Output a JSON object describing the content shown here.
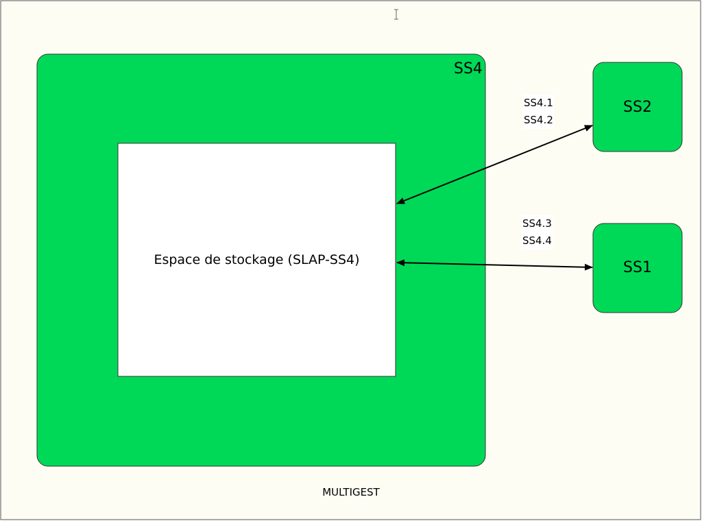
{
  "colors": {
    "background": "#fdfdf4",
    "green": "#00d957",
    "border": "#333333"
  },
  "diagram": {
    "outer_box": {
      "label": "SS4"
    },
    "storage_box": {
      "label": "Espace de stockage (SLAP-SS4)"
    },
    "ss2_box": {
      "label": "SS2"
    },
    "ss1_box": {
      "label": "SS1"
    },
    "link_ss2": {
      "labels": [
        "SS4.1",
        "SS4.2"
      ]
    },
    "link_ss1": {
      "labels": [
        "SS4.3",
        "SS4.4"
      ]
    },
    "footer": "MULTIGEST"
  },
  "cursor": "text-cursor-icon"
}
